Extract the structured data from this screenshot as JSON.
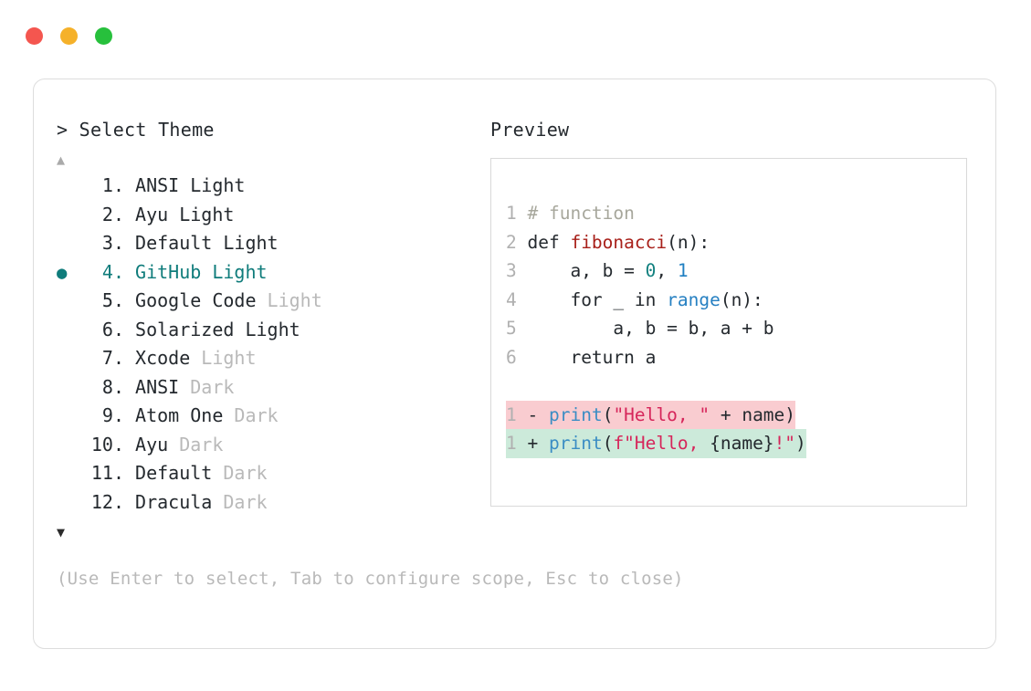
{
  "window": {
    "dots": [
      {
        "name": "close-dot",
        "color": "#f4564f"
      },
      {
        "name": "minimize-dot",
        "color": "#f5b12a"
      },
      {
        "name": "maximize-dot",
        "color": "#27c03c"
      }
    ]
  },
  "accent": {
    "selected_teal": "#0f7c7b",
    "dim_gray": "#b9b9b9",
    "text": "#24292e",
    "diff_del_bg": "#f9ccd0",
    "diff_add_bg": "#cceada"
  },
  "left": {
    "heading": "> Select Theme",
    "scroll_up": "▲",
    "scroll_down": "▼",
    "selected_index": 4,
    "items": [
      {
        "index": "1.",
        "bullet": "",
        "name": "ANSI",
        "suffix": "Light",
        "suffix_dim": false,
        "selected": false
      },
      {
        "index": "2.",
        "bullet": "",
        "name": "Ayu",
        "suffix": "Light",
        "suffix_dim": false,
        "selected": false
      },
      {
        "index": "3.",
        "bullet": "",
        "name": "Default",
        "suffix": "Light",
        "suffix_dim": false,
        "selected": false
      },
      {
        "index": "4.",
        "bullet": "●",
        "name": "GitHub",
        "suffix": "Light",
        "suffix_dim": false,
        "selected": true
      },
      {
        "index": "5.",
        "bullet": "",
        "name": "Google Code",
        "suffix": "Light",
        "suffix_dim": true,
        "selected": false
      },
      {
        "index": "6.",
        "bullet": "",
        "name": "Solarized",
        "suffix": "Light",
        "suffix_dim": false,
        "selected": false
      },
      {
        "index": "7.",
        "bullet": "",
        "name": "Xcode",
        "suffix": "Light",
        "suffix_dim": true,
        "selected": false
      },
      {
        "index": "8.",
        "bullet": "",
        "name": "ANSI",
        "suffix": "Dark",
        "suffix_dim": true,
        "selected": false
      },
      {
        "index": "9.",
        "bullet": "",
        "name": "Atom One",
        "suffix": "Dark",
        "suffix_dim": true,
        "selected": false
      },
      {
        "index": "10.",
        "bullet": "",
        "name": "Ayu",
        "suffix": "Dark",
        "suffix_dim": true,
        "selected": false
      },
      {
        "index": "11.",
        "bullet": "",
        "name": "Default",
        "suffix": "Dark",
        "suffix_dim": true,
        "selected": false
      },
      {
        "index": "12.",
        "bullet": "",
        "name": "Dracula",
        "suffix": "Dark",
        "suffix_dim": true,
        "selected": false
      }
    ],
    "help": "(Use Enter to select, Tab to configure scope, Esc to close)"
  },
  "right": {
    "heading": "Preview",
    "code_lines": [
      {
        "ln": "1",
        "tokens": [
          {
            "t": " # function",
            "c": "tok-comment"
          }
        ]
      },
      {
        "ln": "2",
        "tokens": [
          {
            "t": " def ",
            "c": "tok-plain"
          },
          {
            "t": "fibonacci",
            "c": "tok-func"
          },
          {
            "t": "(n):",
            "c": "tok-plain"
          }
        ]
      },
      {
        "ln": "3",
        "tokens": [
          {
            "t": "     a, b = ",
            "c": "tok-plain"
          },
          {
            "t": "0",
            "c": "tok-num-a"
          },
          {
            "t": ", ",
            "c": "tok-plain"
          },
          {
            "t": "1",
            "c": "tok-num-b"
          }
        ]
      },
      {
        "ln": "4",
        "tokens": [
          {
            "t": "     for _ in ",
            "c": "tok-plain"
          },
          {
            "t": "range",
            "c": "tok-builtin"
          },
          {
            "t": "(n):",
            "c": "tok-plain"
          }
        ]
      },
      {
        "ln": "5",
        "tokens": [
          {
            "t": "         a, b = b, a + b",
            "c": "tok-plain"
          }
        ]
      },
      {
        "ln": "6",
        "tokens": [
          {
            "t": "     return a",
            "c": "tok-plain"
          }
        ]
      }
    ],
    "diff_lines": [
      {
        "ln": "1",
        "marker": " - ",
        "kind": "diff-del",
        "tokens": [
          {
            "t": "print",
            "c": "tok-call"
          },
          {
            "t": "(",
            "c": "tok-plain"
          },
          {
            "t": "\"Hello, \"",
            "c": "tok-str"
          },
          {
            "t": " + name)",
            "c": "tok-plain"
          }
        ]
      },
      {
        "ln": "1",
        "marker": " + ",
        "kind": "diff-add",
        "tokens": [
          {
            "t": "print",
            "c": "tok-call"
          },
          {
            "t": "(",
            "c": "tok-plain"
          },
          {
            "t": "f\"Hello, ",
            "c": "tok-str"
          },
          {
            "t": "{name}",
            "c": "tok-plain"
          },
          {
            "t": "!\"",
            "c": "tok-str"
          },
          {
            "t": ")",
            "c": "tok-plain"
          }
        ]
      }
    ]
  }
}
